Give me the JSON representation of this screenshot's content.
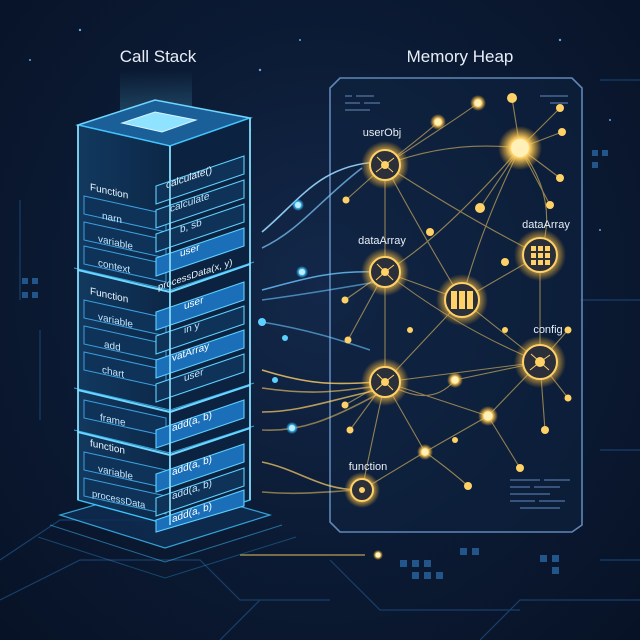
{
  "titles": {
    "call_stack": "Call Stack",
    "memory_heap": "Memory Heap"
  },
  "stack": {
    "frame1": {
      "left_labels": [
        "Function",
        "narn",
        "variable",
        "context"
      ],
      "right_labels": [
        "calculate()",
        "calculate",
        "b, sb",
        "user"
      ]
    },
    "frame2": {
      "left_labels": [
        "Function",
        "variable",
        "add",
        "chart"
      ],
      "right_labels": [
        "processData(x, y)",
        "user",
        "in y",
        "vatArray",
        "user"
      ]
    },
    "frame3": {
      "left_labels": [
        "frame"
      ],
      "right_labels": [
        "add(a, b)"
      ]
    },
    "frame4": {
      "left_labels": [
        "function",
        "variable",
        "processData"
      ],
      "right_labels": [
        "add(a, b)",
        "add(a, b)",
        "add(a, b)"
      ]
    }
  },
  "heap": {
    "labels": {
      "userobj": "userObj",
      "dataarray_left": "dataArray",
      "dataarray_right": "dataArray",
      "config": "config",
      "function": "function"
    }
  },
  "colors": {
    "stack_cyan": "#3fc4ff",
    "node_gold": "#ffd166",
    "panel_border": "#5f87b8",
    "title_text": "#e8eef7"
  }
}
